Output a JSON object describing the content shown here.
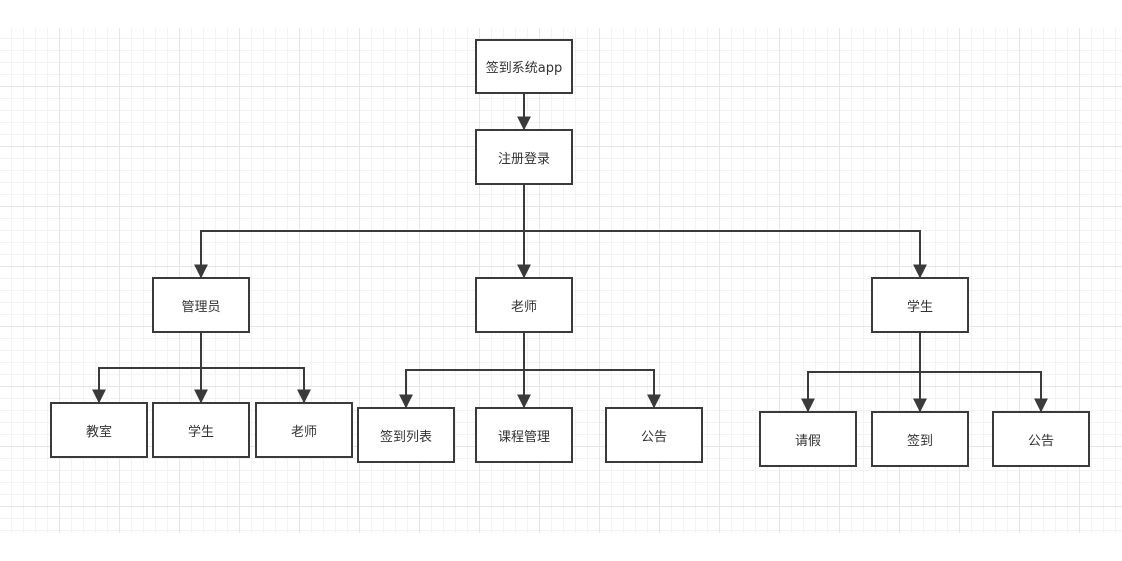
{
  "diagram": {
    "nodes": {
      "app": "签到系统app",
      "register_login": "注册登录",
      "admin": "管理员",
      "teacher": "老师",
      "student": "学生",
      "admin_classroom": "教室",
      "admin_student": "学生",
      "admin_teacher": "老师",
      "teacher_checkin_list": "签到列表",
      "teacher_course_mgmt": "课程管理",
      "teacher_announcement": "公告",
      "student_leave": "请假",
      "student_checkin": "签到",
      "student_announcement": "公告"
    },
    "edges": [
      [
        "app",
        "register_login"
      ],
      [
        "register_login",
        "admin"
      ],
      [
        "register_login",
        "teacher"
      ],
      [
        "register_login",
        "student"
      ],
      [
        "admin",
        "admin_classroom"
      ],
      [
        "admin",
        "admin_student"
      ],
      [
        "admin",
        "admin_teacher"
      ],
      [
        "teacher",
        "teacher_checkin_list"
      ],
      [
        "teacher",
        "teacher_course_mgmt"
      ],
      [
        "teacher",
        "teacher_announcement"
      ],
      [
        "student",
        "student_leave"
      ],
      [
        "student",
        "student_checkin"
      ],
      [
        "student",
        "student_announcement"
      ]
    ],
    "colors": {
      "stroke": "#3a3a3a",
      "grid": "#e6e6e6",
      "background": "#ffffff"
    }
  }
}
